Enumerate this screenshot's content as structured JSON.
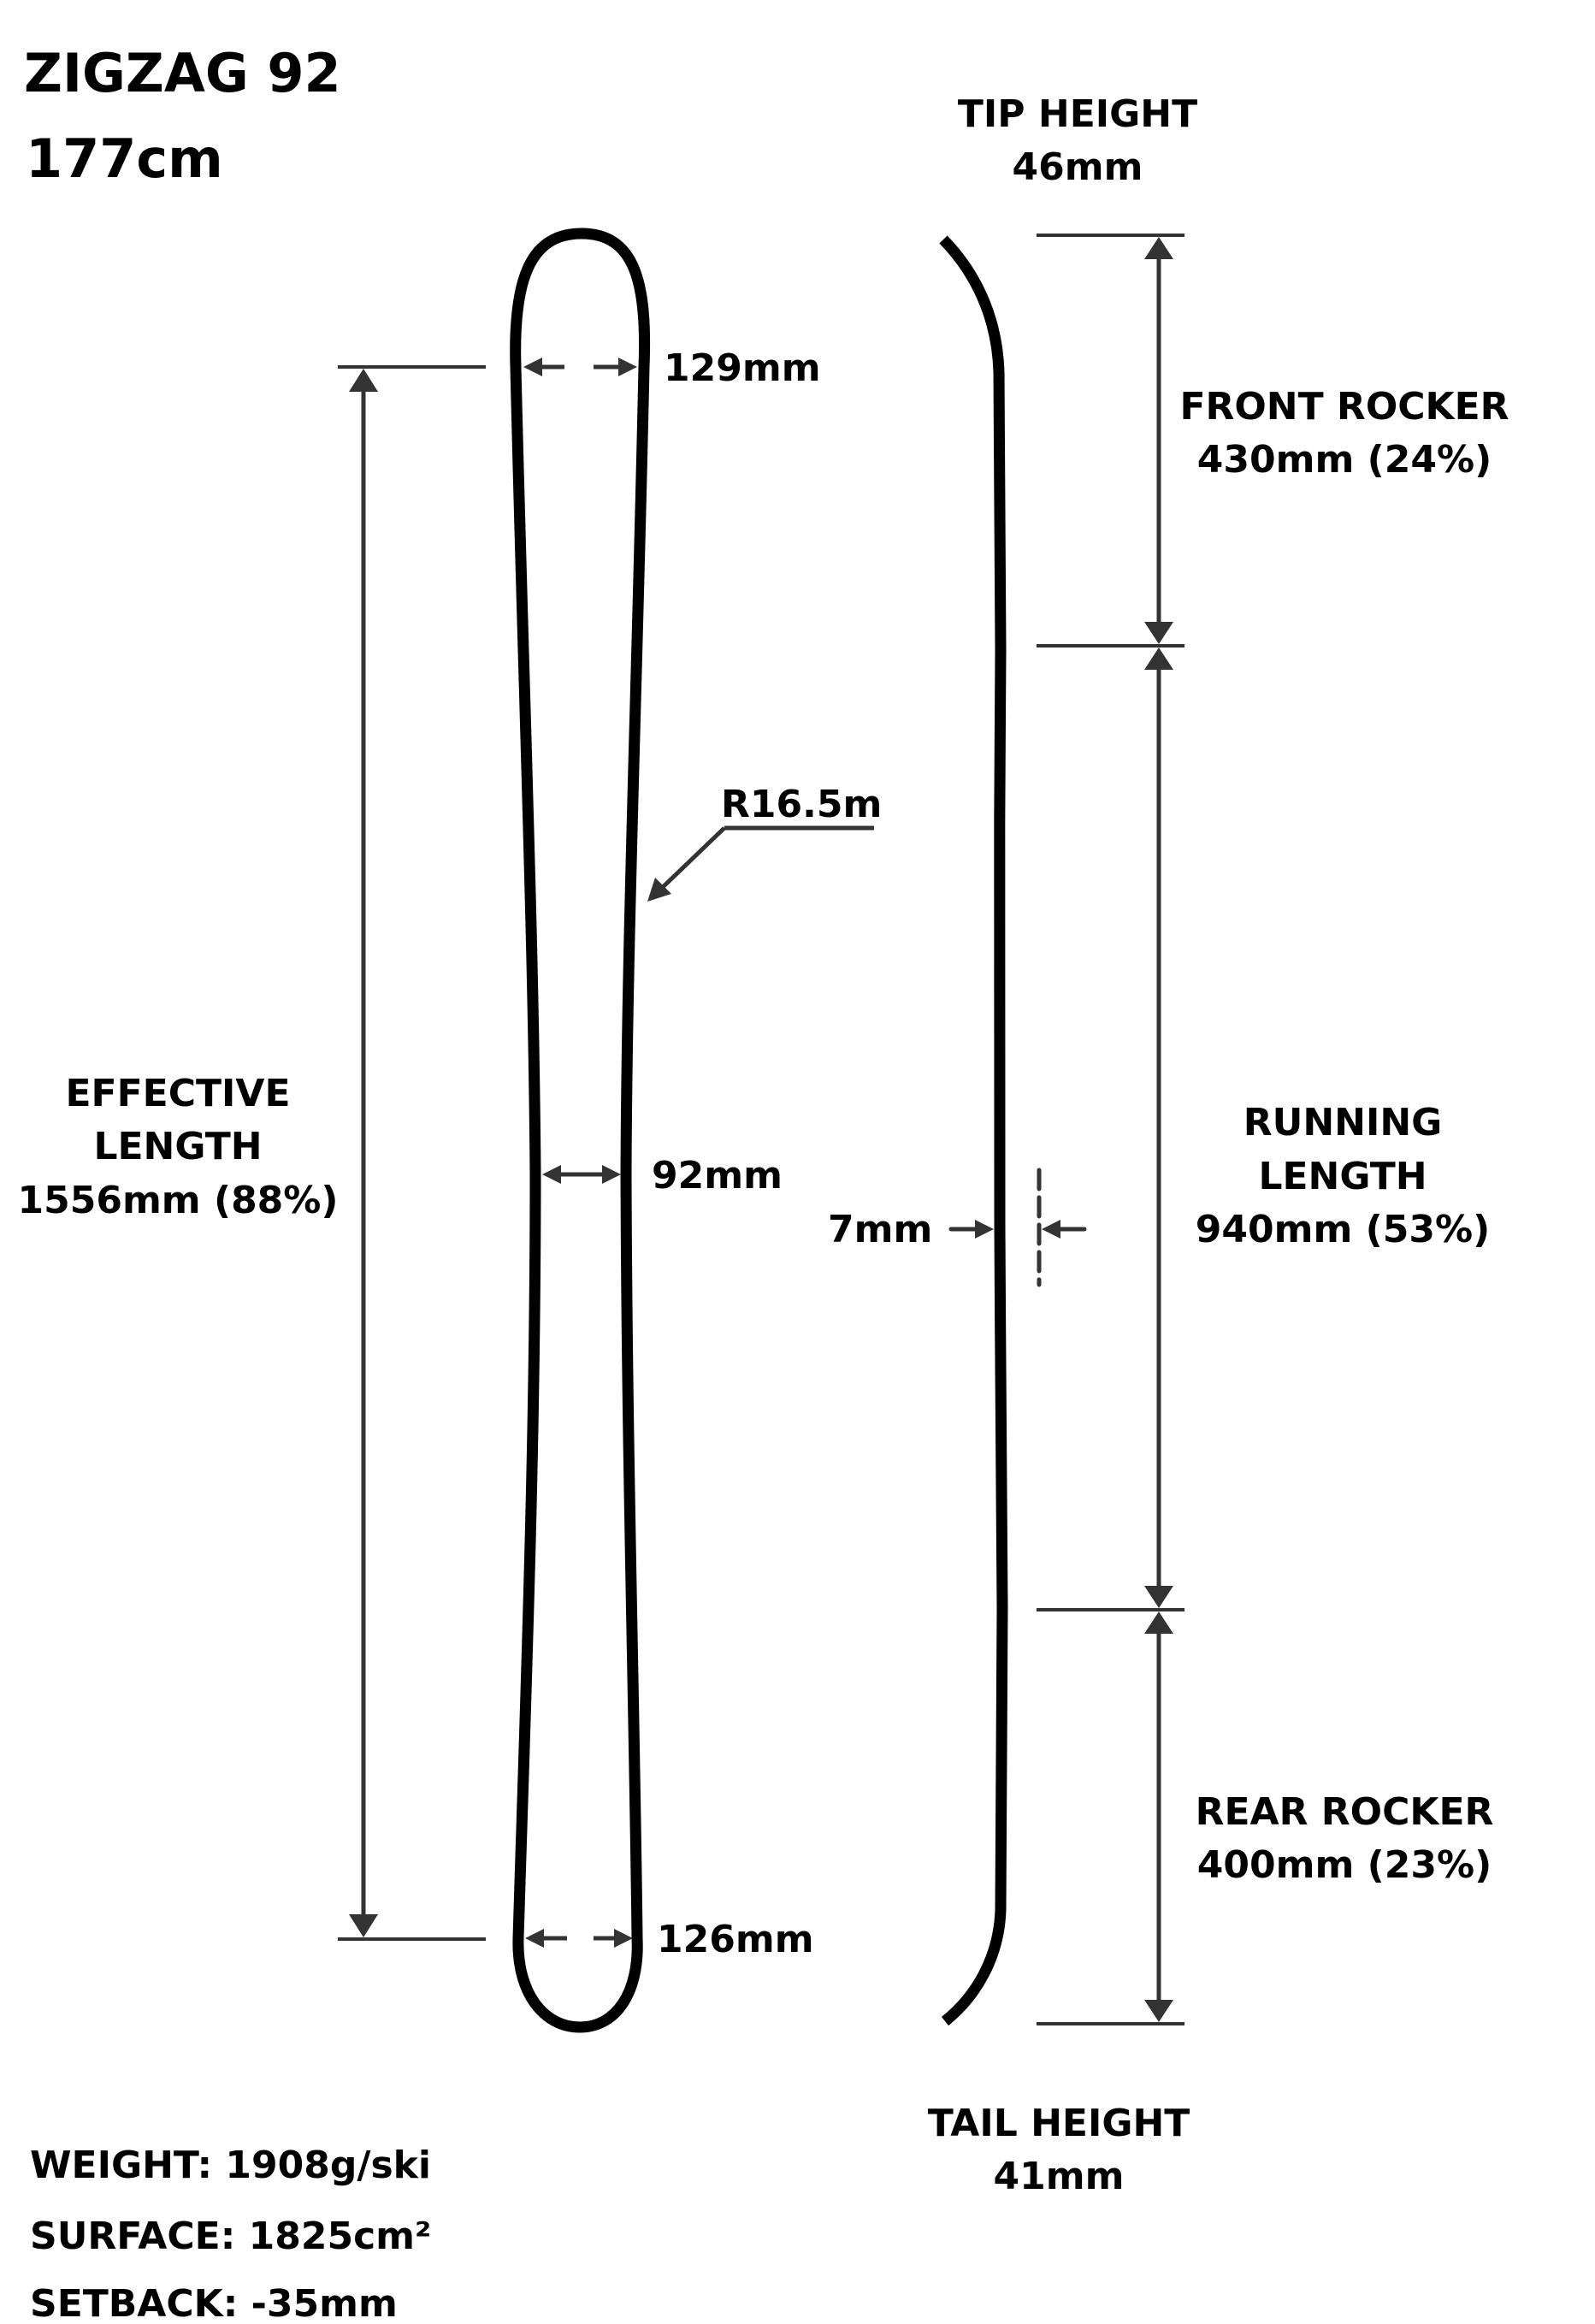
{
  "header": {
    "model": "ZIGZAG 92",
    "length": "177cm"
  },
  "top_view": {
    "tip_width": "129mm",
    "waist_width": "92mm",
    "tail_width": "126mm",
    "radius": "R16.5m",
    "effective_length": {
      "line1": "EFFECTIVE",
      "line2": "LENGTH",
      "value": "1556mm (88%)"
    }
  },
  "profile": {
    "tip_height": {
      "label": "TIP HEIGHT",
      "value": "46mm"
    },
    "front_rocker": {
      "label": "FRONT ROCKER",
      "value": "430mm (24%)"
    },
    "running_length": {
      "line1": "RUNNING",
      "line2": "LENGTH",
      "value": "940mm (53%)"
    },
    "camber": "7mm",
    "rear_rocker": {
      "label": "REAR ROCKER",
      "value": "400mm (23%)"
    },
    "tail_height": {
      "label": "TAIL HEIGHT",
      "value": "41mm"
    }
  },
  "specs": {
    "weight": "WEIGHT: 1908g/ski",
    "surface": "SURFACE: 1825cm²",
    "setback": "SETBACK: -35mm"
  },
  "colors": {
    "outline": "#000000",
    "dimension": "#333333",
    "background": "#ffffff"
  }
}
